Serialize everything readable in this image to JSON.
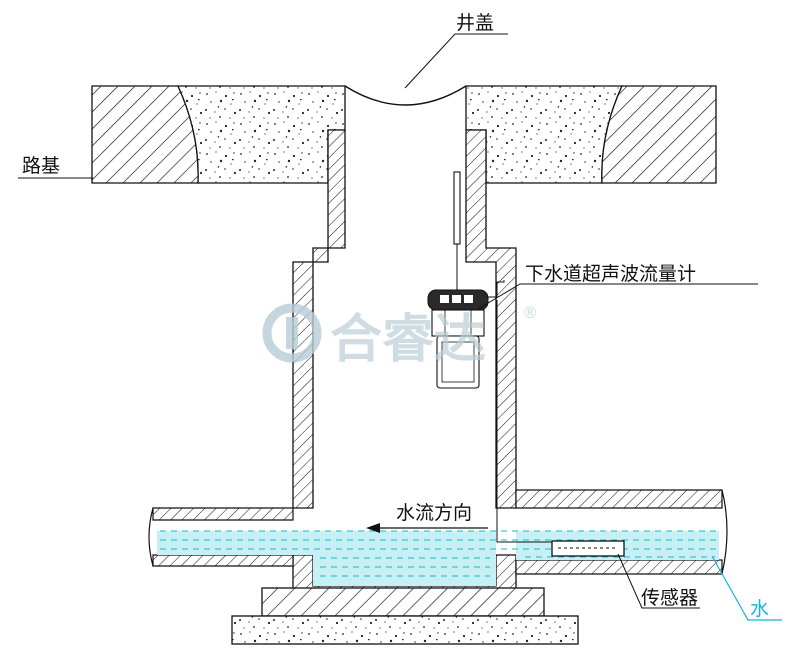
{
  "labels": {
    "well_cover": "井盖",
    "roadbed": "路基",
    "flowmeter": "下水道超声波流量计",
    "flow_direction": "水流方向",
    "sensor": "传感器",
    "water": "水"
  },
  "watermark": {
    "text": "合睿达",
    "mark": "®"
  },
  "colors": {
    "line": "#111111",
    "water_fill": "#c7f0f4",
    "water_dash": "#18b6cc",
    "water_callout": "#19b3d6",
    "watermark": "#b9cdd6",
    "concrete_dot": "#222222"
  }
}
